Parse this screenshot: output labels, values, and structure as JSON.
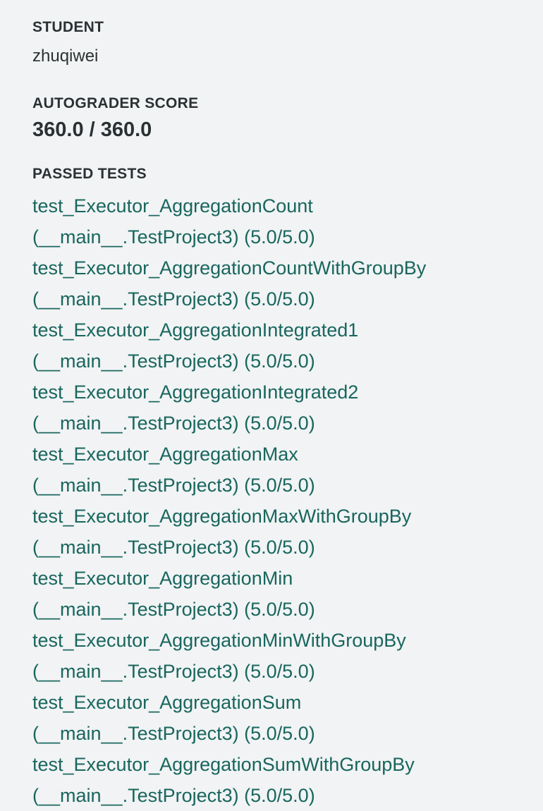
{
  "student": {
    "label": "STUDENT",
    "name": "zhuqiwei"
  },
  "score": {
    "label": "AUTOGRADER SCORE",
    "value": "360.0 / 360.0"
  },
  "tests": {
    "label": "PASSED TESTS",
    "items": [
      {
        "name": "test_Executor_AggregationCount",
        "detail": "(__main__.TestProject3) (5.0/5.0)"
      },
      {
        "name": "test_Executor_AggregationCountWithGroupBy",
        "detail": "(__main__.TestProject3) (5.0/5.0)"
      },
      {
        "name": "test_Executor_AggregationIntegrated1",
        "detail": "(__main__.TestProject3) (5.0/5.0)"
      },
      {
        "name": "test_Executor_AggregationIntegrated2",
        "detail": "(__main__.TestProject3) (5.0/5.0)"
      },
      {
        "name": "test_Executor_AggregationMax",
        "detail": "(__main__.TestProject3) (5.0/5.0)"
      },
      {
        "name": "test_Executor_AggregationMaxWithGroupBy",
        "detail": "(__main__.TestProject3) (5.0/5.0)"
      },
      {
        "name": "test_Executor_AggregationMin",
        "detail": "(__main__.TestProject3) (5.0/5.0)"
      },
      {
        "name": "test_Executor_AggregationMinWithGroupBy",
        "detail": "(__main__.TestProject3) (5.0/5.0)"
      },
      {
        "name": "test_Executor_AggregationSum",
        "detail": "(__main__.TestProject3) (5.0/5.0)"
      },
      {
        "name": "test_Executor_AggregationSumWithGroupBy",
        "detail": "(__main__.TestProject3) (5.0/5.0)"
      }
    ]
  }
}
